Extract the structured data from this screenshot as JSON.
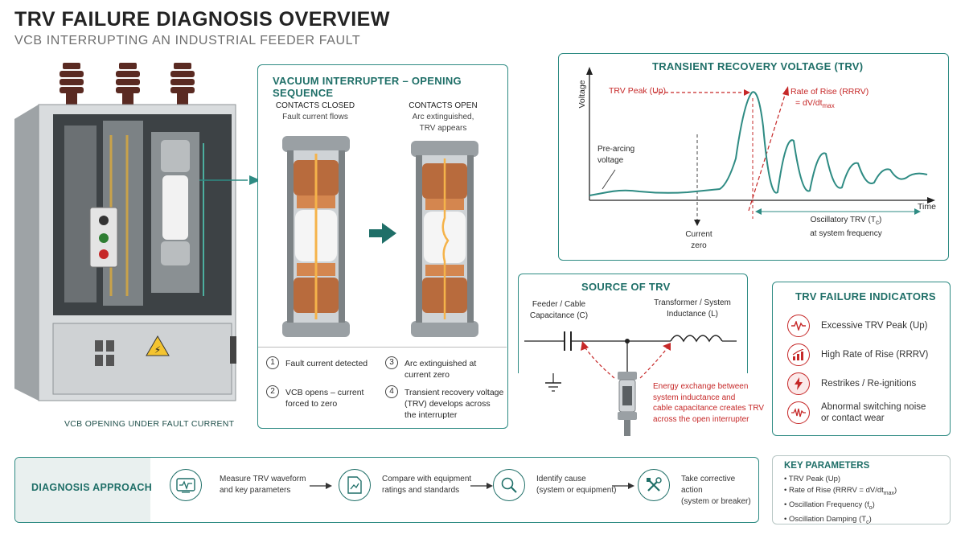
{
  "header": {
    "title": "TRV FAILURE DIAGNOSIS OVERVIEW",
    "subtitle": "VCB INTERRUPTING AN INDUSTRIAL FEEDER FAULT"
  },
  "cabinet": {
    "caption": "VCB OPENING UNDER FAULT CURRENT"
  },
  "sequence": {
    "title": "VACUUM INTERRUPTER – OPENING SEQUENCE",
    "closed_label": "CONTACTS CLOSED",
    "closed_desc": "Fault current flows",
    "open_label": "CONTACTS OPEN",
    "open_desc_1": "Arc extinguished,",
    "open_desc_2": "TRV appears",
    "steps": [
      {
        "num": "1",
        "line1": "Fault current detected",
        "line2": ""
      },
      {
        "num": "2",
        "line1": "VCB opens – current",
        "line2": "forced to zero"
      },
      {
        "num": "3",
        "line1": "Arc extinguished at",
        "line2": "current zero"
      },
      {
        "num": "4",
        "line1": "Transient recovery voltage",
        "line2": "(TRV) develops across",
        "line3": "the interrupter"
      }
    ]
  },
  "trv_chart": {
    "title": "TRANSIENT RECOVERY VOLTAGE (TRV)",
    "ylabel": "Voltage",
    "xlabel": "Time",
    "peak_label": "TRV Peak (Up)",
    "rrrv_label_1": "Rate of Rise (RRRV)",
    "rrrv_label_2": "= dV/dt",
    "rrrv_sub": "max",
    "prearc_1": "Pre-arcing",
    "prearc_2": "voltage",
    "current_zero_1": "Current",
    "current_zero_2": "zero",
    "osc_1": "Oscillatory TRV (T",
    "osc_sub": "c",
    "osc_1b": ")",
    "osc_2": "at system frequency"
  },
  "source": {
    "title": "SOURCE OF TRV",
    "cap_label_1": "Feeder / Cable",
    "cap_label_2": "Capacitance (C)",
    "ind_label_1": "Transformer / System",
    "ind_label_2": "Inductance (L)",
    "energy_1": "Energy exchange between",
    "energy_2": "system inductance and",
    "energy_3": "cable capacitance creates TRV",
    "energy_4": "across the open interrupter"
  },
  "indicators": {
    "title": "TRV FAILURE INDICATORS",
    "items": [
      {
        "line1": "Excessive TRV Peak (Up)",
        "line2": "",
        "icon": "waveform-icon"
      },
      {
        "line1": "High Rate of Rise (RRRV)",
        "line2": "",
        "icon": "rising-chart-icon"
      },
      {
        "line1": "Restrikes / Re-ignitions",
        "line2": "",
        "icon": "lightning-icon"
      },
      {
        "line1": "Abnormal switching noise",
        "line2": "or contact wear",
        "icon": "noise-wave-icon"
      }
    ]
  },
  "diagnosis": {
    "label": "DIAGNOSIS APPROACH",
    "steps": [
      {
        "line1": "Measure TRV waveform",
        "line2": "and key parameters",
        "icon": "oscilloscope-icon"
      },
      {
        "line1": "Compare with equipment",
        "line2": "ratings and standards",
        "icon": "document-chart-icon"
      },
      {
        "line1": "Identify cause",
        "line2": "(system or equipment)",
        "icon": "magnifier-icon"
      },
      {
        "line1": "Take corrective action",
        "line2": "(system or breaker)",
        "icon": "tools-icon"
      }
    ]
  },
  "key_params": {
    "title": "KEY PARAMETERS",
    "item1": "• TRV Peak (Up)",
    "item2a": "• Rate of Rise (RRRV = dV/dt",
    "item2sub": "max",
    "item2b": ")",
    "item3a": "• Oscillation Frequency (f",
    "item3sub": "o",
    "item3b": ")",
    "item4a": "• Oscillation Damping (T",
    "item4sub": "c",
    "item4b": ")"
  },
  "colors": {
    "accent": "#1f6f68",
    "alert": "#c62828",
    "waveform": "#2e8b83"
  }
}
